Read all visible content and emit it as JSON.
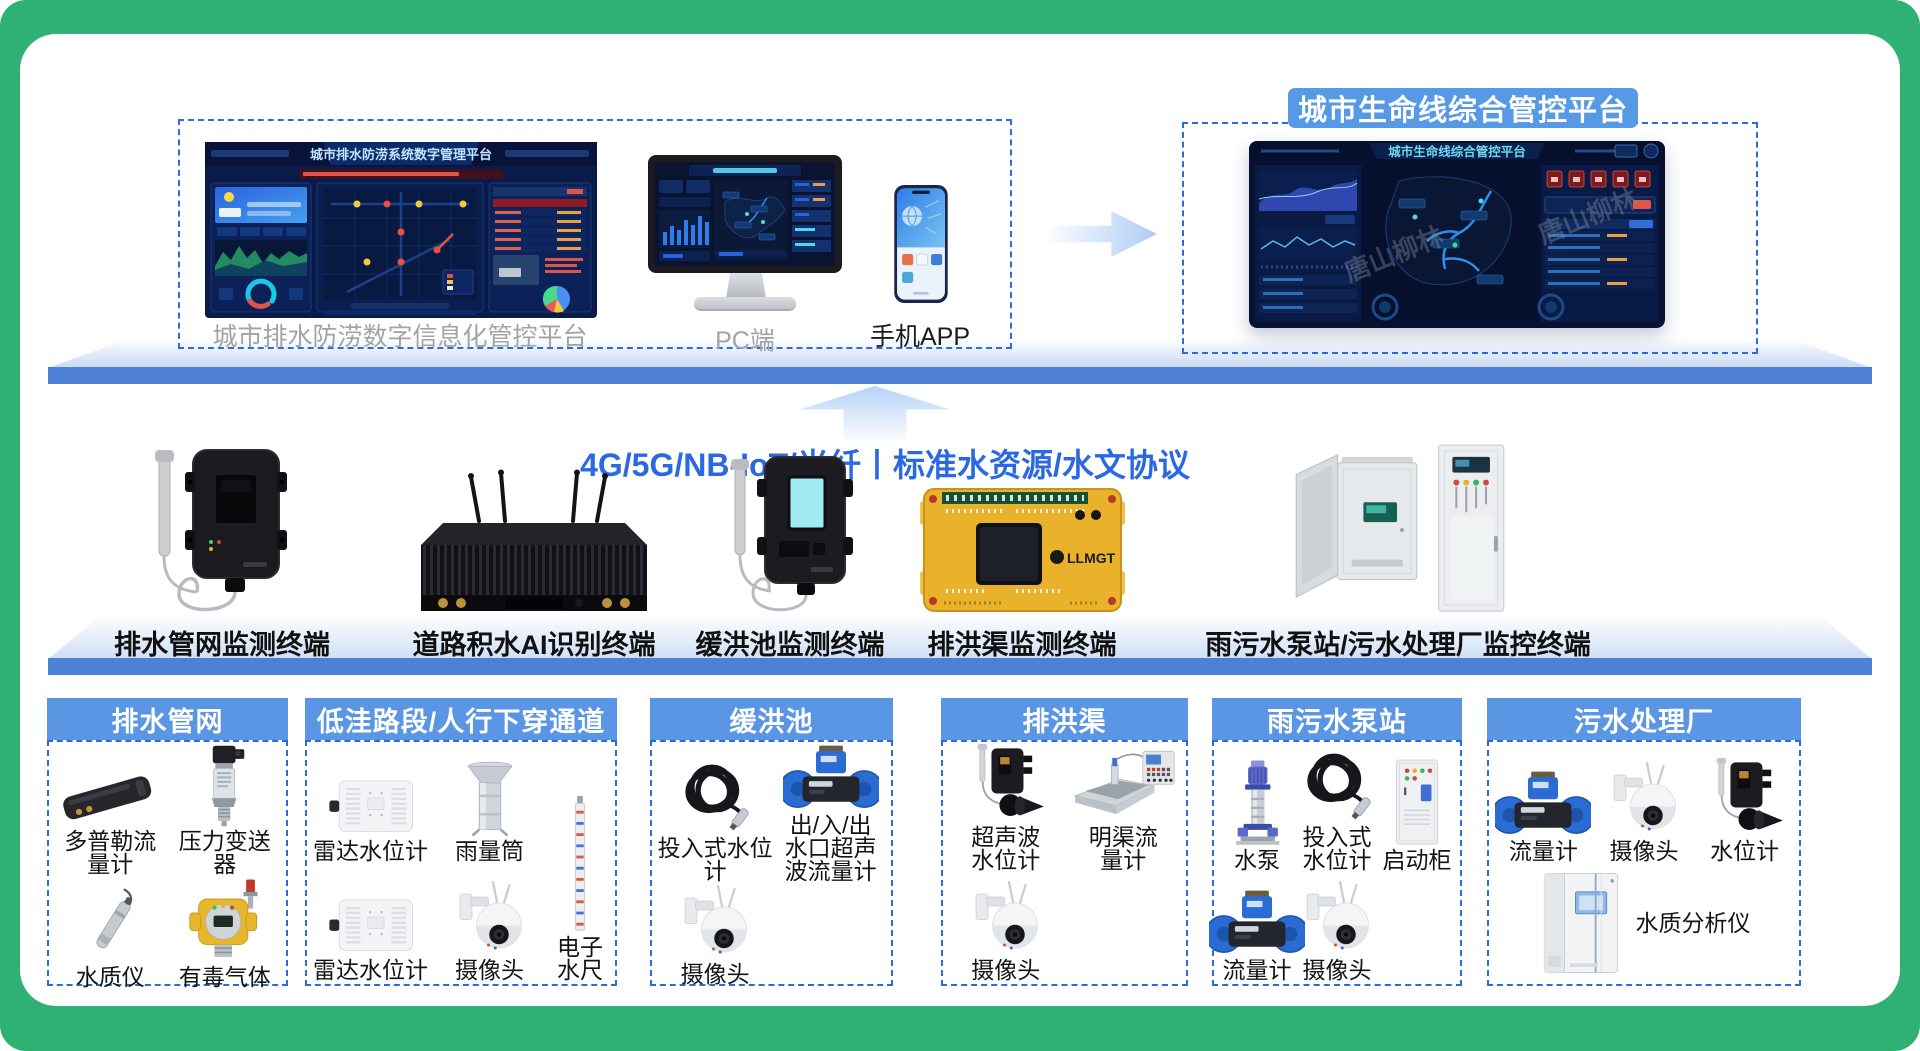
{
  "colors": {
    "frame_green": "#2eb173",
    "primary_blue": "#2b69e3",
    "header_blue": "#5a96e3",
    "banner_blue": "#569ae6",
    "platform_bar_blue": "#4c81d6",
    "dashed_border_blue": "#2b6be0"
  },
  "top": {
    "left_group": {
      "screen_title": "城市排水防涝系统数字管理平台",
      "caption": "城市排水防涝数字信息化管控平台",
      "pc_caption": "PC端",
      "app_caption": "手机APP"
    },
    "right_group": {
      "banner": "城市生命线综合管控平台",
      "screen_title": "城市生命线综合管控平台",
      "watermark": "唐山柳林"
    }
  },
  "link": {
    "protocol": "4G/5G/NB-IoT/光纤丨标准水资源/水文协议"
  },
  "terminals": [
    {
      "label": "排水管网监测终端",
      "icon": "terminal-logger"
    },
    {
      "label": "道路积水AI识别终端",
      "icon": "terminal-ai-box"
    },
    {
      "label": "缓洪池监测终端",
      "icon": "terminal-logger-screen"
    },
    {
      "label": "排洪渠监测终端",
      "icon": "terminal-plc",
      "brand": "LLMGT"
    },
    {
      "label": "雨污水泵站/污水处理厂监控终端",
      "icon": "terminal-cabinets"
    }
  ],
  "sites": [
    {
      "title": "排水管网",
      "items": [
        {
          "label": "多普勒流量计",
          "icon": "doppler-flowmeter"
        },
        {
          "label": "压力变送器",
          "icon": "pressure-transmitter"
        },
        {
          "label": "水质仪",
          "icon": "water-quality-probe"
        },
        {
          "label": "有毒气体",
          "icon": "gas-detector"
        }
      ]
    },
    {
      "title": "低洼路段/人行下穿通道",
      "items": [
        {
          "label": "雷达水位计",
          "icon": "radar-level-gauge"
        },
        {
          "label": "雨量筒",
          "icon": "rain-gauge"
        },
        {
          "label": "电子\n水尺",
          "icon": "electronic-water-ruler"
        },
        {
          "label": "雷达水位计",
          "icon": "radar-level-gauge"
        },
        {
          "label": "摄像头",
          "icon": "ptz-camera"
        }
      ]
    },
    {
      "title": "缓洪池",
      "items": [
        {
          "label": "投入式水位计",
          "icon": "submersible-level-gauge"
        },
        {
          "label": "出/入/出\n水口超声\n波流量计",
          "icon": "ultrasonic-flowmeter"
        },
        {
          "label": "摄像头",
          "icon": "ptz-camera"
        }
      ]
    },
    {
      "title": "排洪渠",
      "items": [
        {
          "label": "超声波\n水位计",
          "icon": "ultrasonic-level-gauge"
        },
        {
          "label": "明渠流\n量计",
          "icon": "open-channel-flowmeter"
        },
        {
          "label": "摄像头",
          "icon": "ptz-camera"
        }
      ]
    },
    {
      "title": "雨污水泵站",
      "items": [
        {
          "label": "水泵",
          "icon": "water-pump"
        },
        {
          "label": "投入式\n水位计",
          "icon": "submersible-level-gauge"
        },
        {
          "label": "启动柜",
          "icon": "starter-cabinet"
        },
        {
          "label": "流量计",
          "icon": "ultrasonic-flowmeter"
        },
        {
          "label": "摄像头",
          "icon": "ptz-camera"
        }
      ]
    },
    {
      "title": "污水处理厂",
      "items": [
        {
          "label": "流量计",
          "icon": "ultrasonic-flowmeter"
        },
        {
          "label": "摄像头",
          "icon": "ptz-camera"
        },
        {
          "label": "水位计",
          "icon": "ultrasonic-level-gauge"
        },
        {
          "label": "水质分析仪",
          "icon": "water-quality-analyzer"
        }
      ]
    }
  ]
}
